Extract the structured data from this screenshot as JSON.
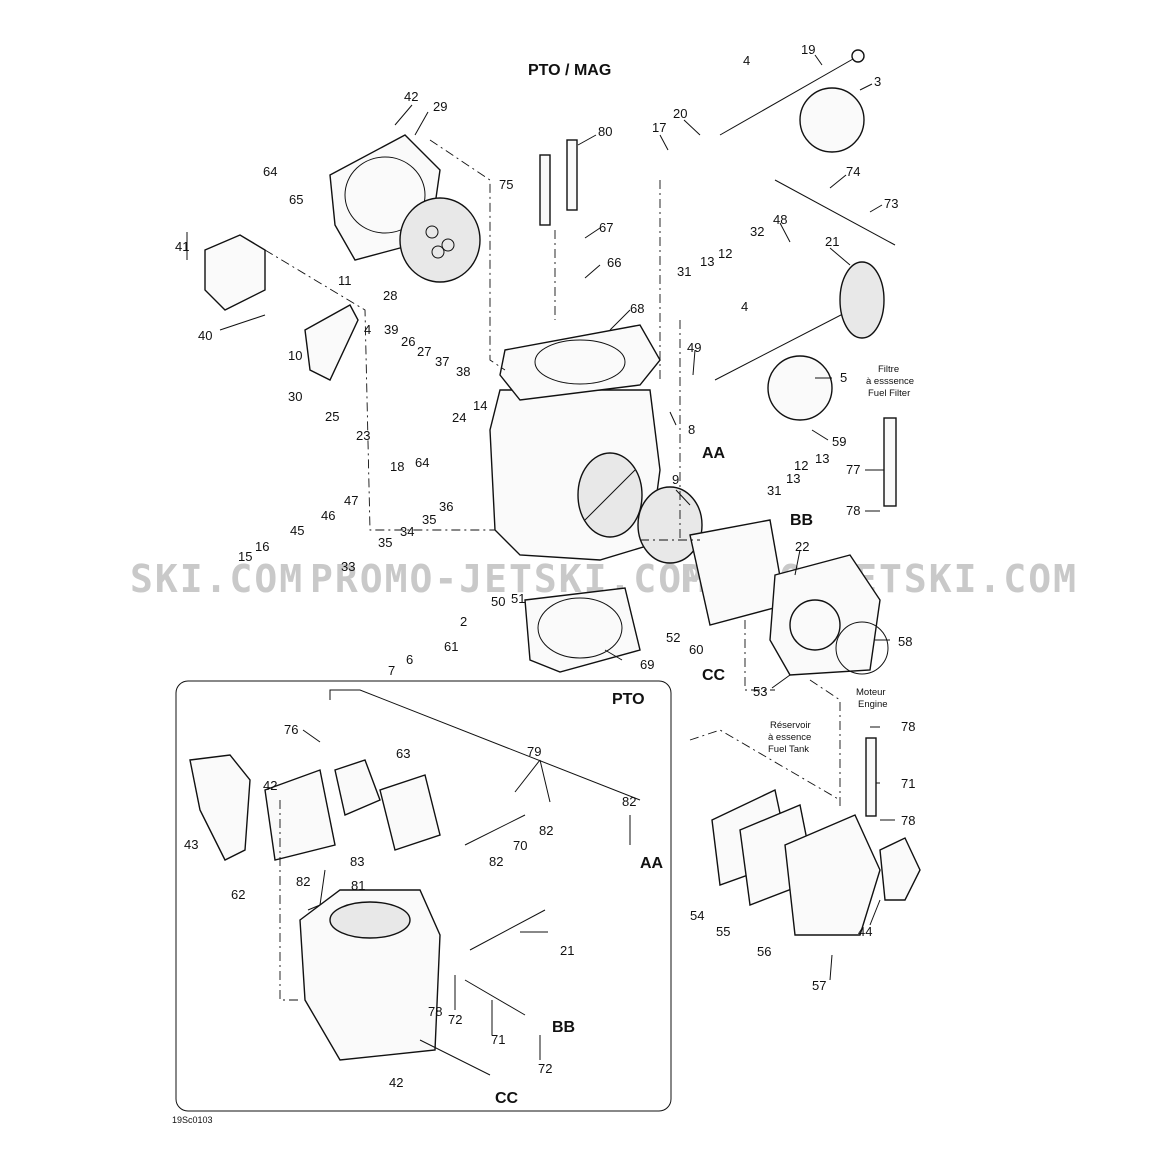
{
  "headings": {
    "top": "PTO / MAG",
    "inset": "PTO"
  },
  "watermark": {
    "left": "SKI.COM",
    "middle": "PROMO-JETSKI.COM",
    "right": "PROMO-JETSKI.COM"
  },
  "notes": {
    "fuel_filter": [
      "Filtre",
      "à esssence",
      "Fuel Filter"
    ],
    "fuel_tank": [
      "Réservoir",
      "à essence",
      "Fuel Tank"
    ],
    "engine": [
      "Moteur",
      "Engine"
    ]
  },
  "connectors": {
    "aa": "AA",
    "bb": "BB",
    "cc": "CC"
  },
  "diagram_code": "19Sc0103",
  "labels": {
    "n19": "19",
    "n4a": "4",
    "n3": "3",
    "n42a": "42",
    "n29": "29",
    "n80": "80",
    "n20": "20",
    "n17": "17",
    "n64a": "64",
    "n65": "65",
    "n75": "75",
    "n74": "74",
    "n73": "73",
    "n41": "41",
    "n67": "67",
    "n48": "48",
    "n32": "32",
    "n21a": "21",
    "n66": "66",
    "n12a": "12",
    "n13a": "13",
    "n31a": "31",
    "n28": "28",
    "n11": "11",
    "n68": "68",
    "n4b": "4",
    "n40": "40",
    "n4c": "4",
    "n39": "39",
    "n26": "26",
    "n10": "10",
    "n27": "27",
    "n37": "37",
    "n49": "49",
    "n5": "5",
    "n38": "38",
    "n30": "30",
    "n14": "14",
    "n25": "25",
    "n24": "24",
    "n8": "8",
    "n23": "23",
    "n59": "59",
    "n13b": "13",
    "n12b": "12",
    "n18": "18",
    "n64b": "64",
    "n13c": "13",
    "n77": "77",
    "n31b": "31",
    "n9": "9",
    "n47": "47",
    "n46": "46",
    "n36": "36",
    "n78a": "78",
    "n35a": "35",
    "n45": "45",
    "n16": "16",
    "n34": "34",
    "n22": "22",
    "n15": "15",
    "n35b": "35",
    "n33": "33",
    "n50": "50",
    "n51": "51",
    "n2": "2",
    "n52": "52",
    "n60": "60",
    "n58": "58",
    "n61": "61",
    "n6": "6",
    "n7": "7",
    "n69": "69",
    "n53": "53",
    "n76": "76",
    "n63": "63",
    "n79": "79",
    "n78b": "78",
    "n42b": "42",
    "n82a": "82",
    "n71a": "71",
    "n82b": "82",
    "n70": "70",
    "n78c": "78",
    "n43": "43",
    "n83": "83",
    "n82c": "82",
    "n81": "81",
    "n62": "62",
    "n82d": "82",
    "n54": "54",
    "n55": "55",
    "n56": "56",
    "n44": "44",
    "n21b": "21",
    "n57": "57",
    "n78d": "78",
    "n72a": "72",
    "n71b": "71",
    "n42c": "42",
    "n72b": "72"
  }
}
